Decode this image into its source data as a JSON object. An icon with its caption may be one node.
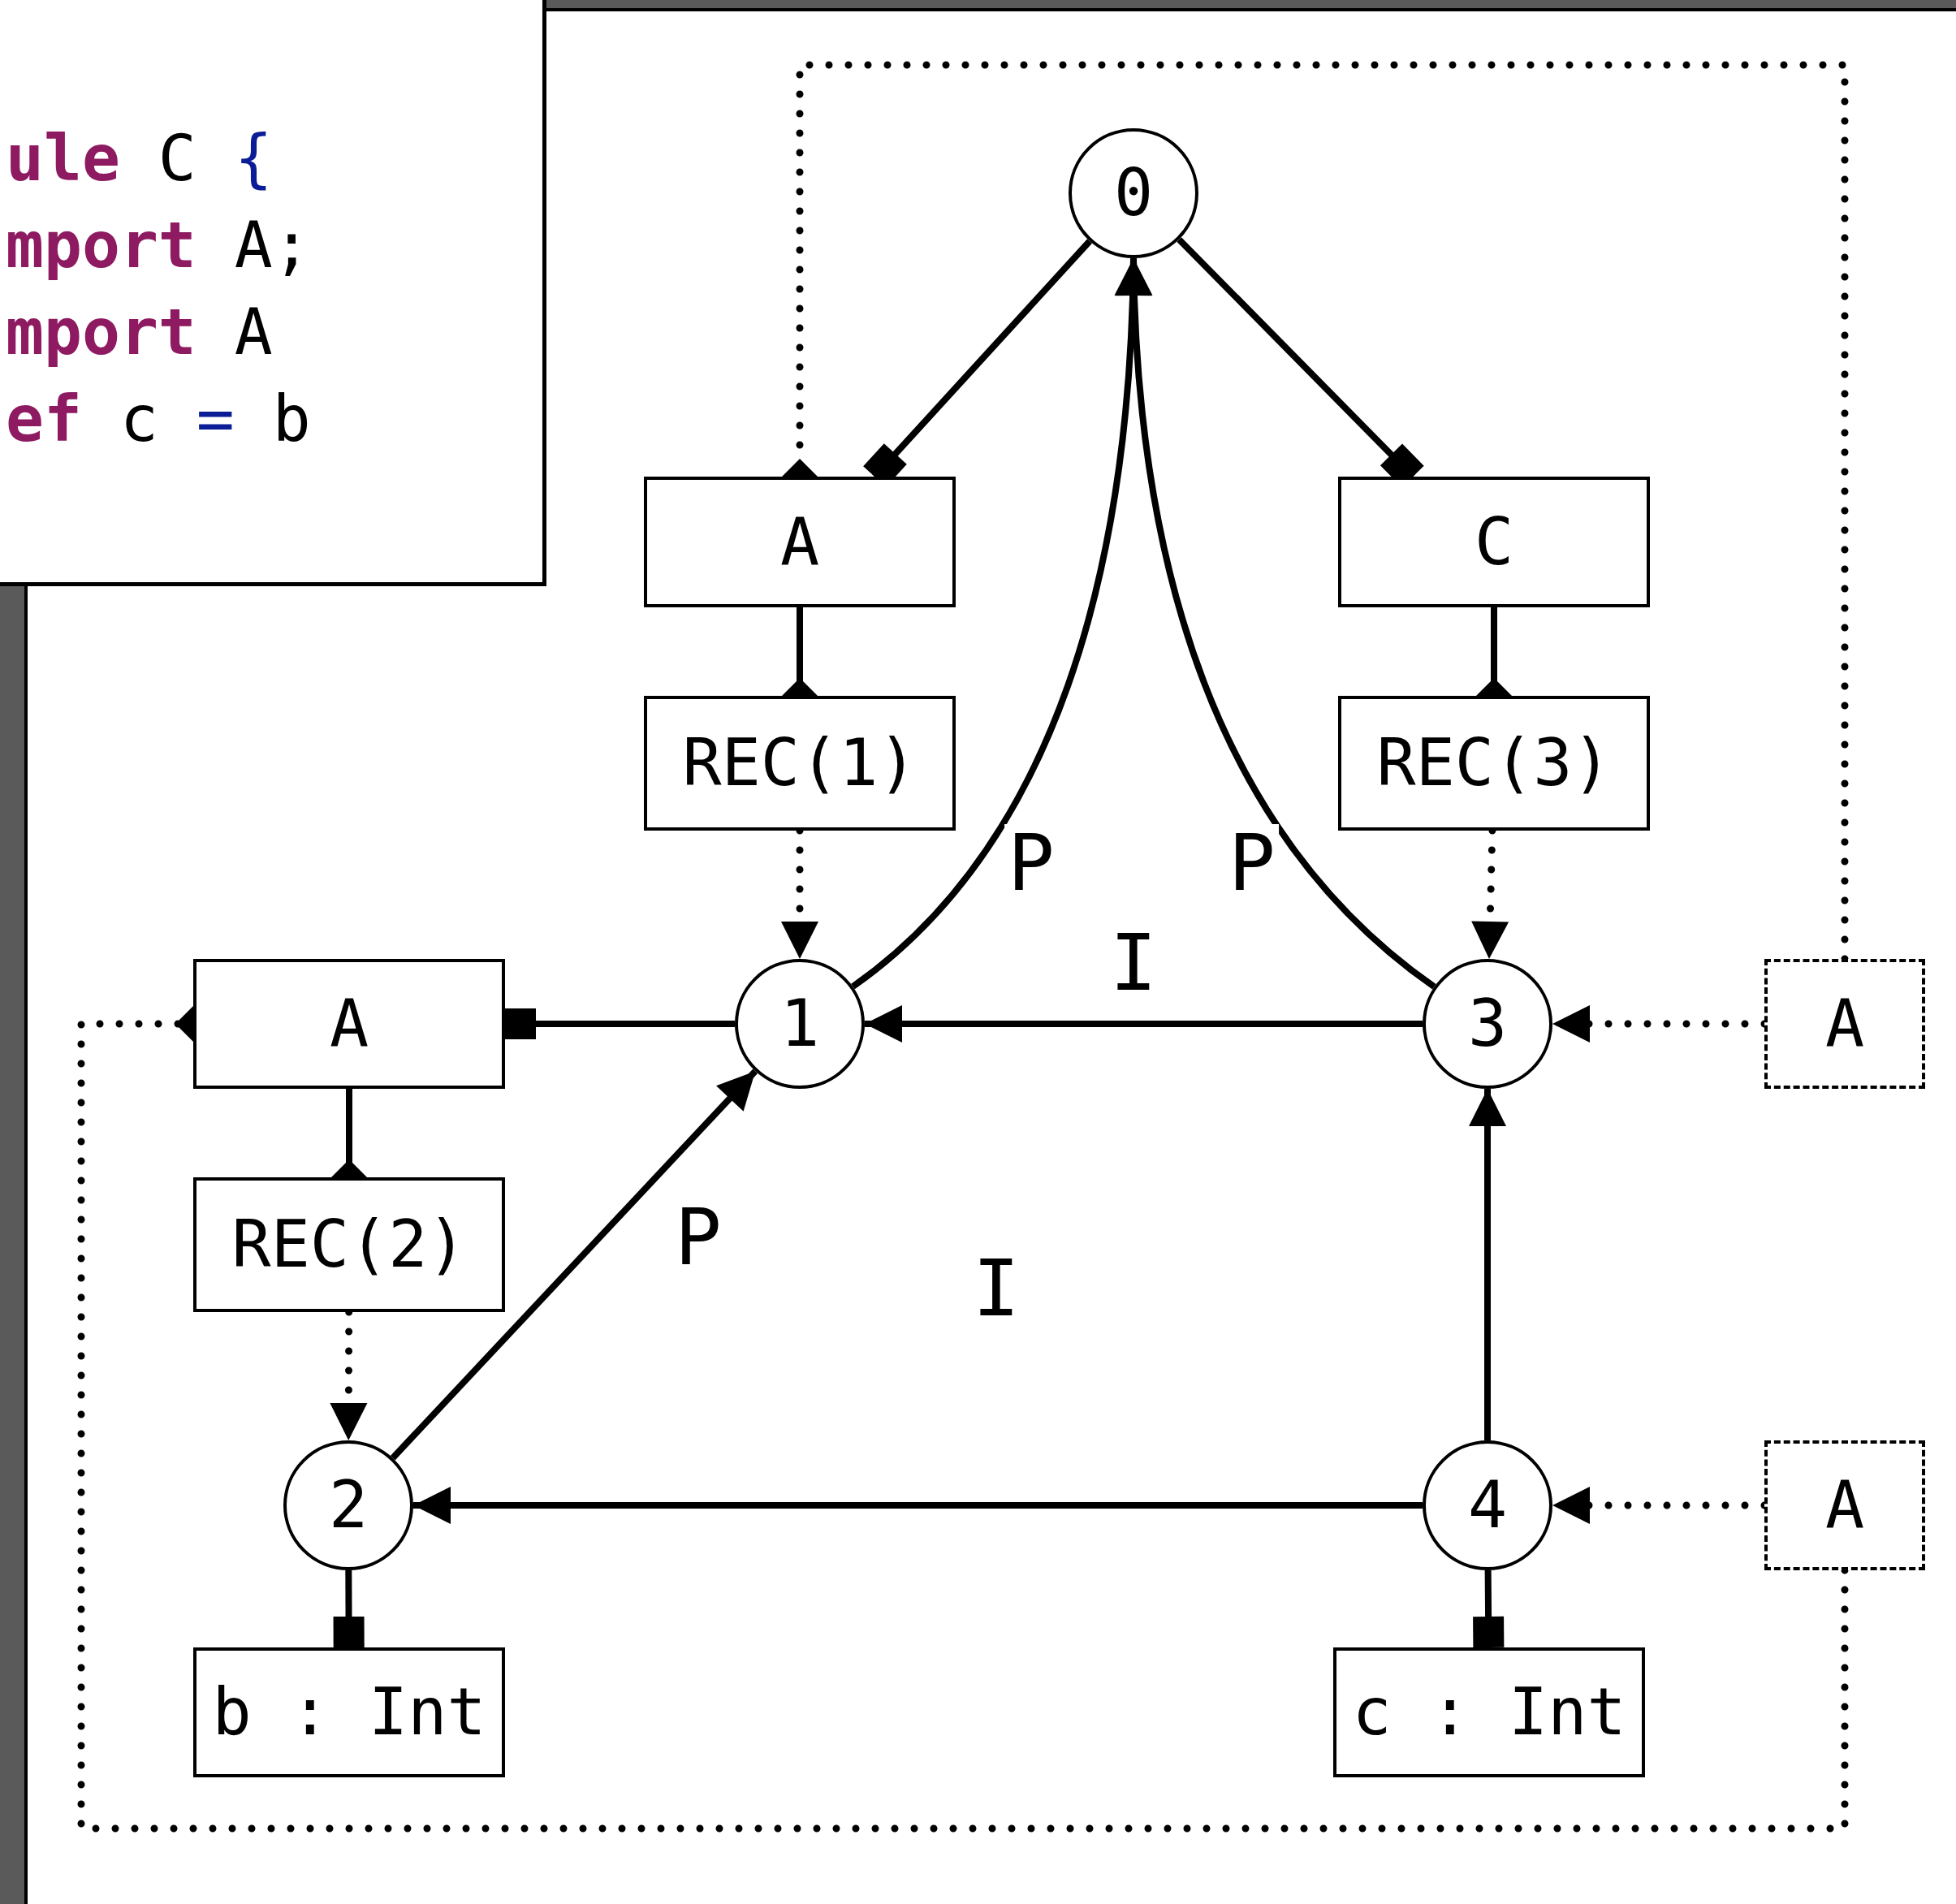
{
  "diagram": {
    "nodes": [
      {
        "text": [
          "ule C {",
          "mport A;",
          "mport A",
          "ef c = b"
        ]
      },
      {
        "text": [
          "0"
        ]
      },
      {
        "text": [
          "A"
        ]
      },
      {
        "text": [
          "C"
        ]
      },
      {
        "text": [
          "REC(1)"
        ]
      },
      {
        "text": [
          "REC(3)"
        ]
      },
      {
        "text": [
          "A"
        ]
      },
      {
        "text": [
          "1"
        ]
      },
      {
        "text": [
          "3"
        ]
      },
      {
        "text": [
          "A"
        ]
      },
      {
        "text": [
          "REC(2)"
        ]
      },
      {
        "text": [
          "2"
        ]
      },
      {
        "text": [
          "4"
        ]
      },
      {
        "text": [
          "A"
        ]
      },
      {
        "text": [
          "b : Int"
        ]
      },
      {
        "text": [
          "c : Int"
        ]
      }
    ],
    "edges": [
      {
        "from": 1,
        "to": 2,
        "arrow": "other"
      },
      {
        "from": 1,
        "to": 3,
        "arrow": "other"
      },
      {
        "from": 2,
        "to": 4,
        "arrow": "other"
      },
      {
        "from": 3,
        "to": 5,
        "arrow": "other"
      },
      {
        "from": 4,
        "to": 7,
        "arrow": "to",
        "style": "dashed"
      },
      {
        "from": 5,
        "to": 8,
        "arrow": "to",
        "style": "dashed"
      },
      {
        "from": 7,
        "to": 1,
        "arrow": "to",
        "label": "P"
      },
      {
        "from": 8,
        "to": 1,
        "arrow": "to",
        "label": "P"
      },
      {
        "from": 8,
        "to": 7,
        "arrow": "to",
        "label": "I"
      },
      {
        "from": 7,
        "to": 6,
        "arrow": "other"
      },
      {
        "from": 6,
        "to": 10,
        "arrow": "other"
      },
      {
        "from": 10,
        "to": 11,
        "arrow": "to",
        "style": "dashed"
      },
      {
        "from": 11,
        "to": 7,
        "arrow": "to",
        "label": "P"
      },
      {
        "from": 12,
        "to": 8,
        "arrow": "to"
      },
      {
        "from": 12,
        "to": 11,
        "arrow": "to"
      },
      {
        "from": 11,
        "to": 14,
        "arrow": "other"
      },
      {
        "from": 12,
        "to": 15,
        "arrow": "other"
      },
      {
        "from": 9,
        "to": 8,
        "arrow": "to",
        "style": "dashed"
      },
      {
        "from": 13,
        "to": 12,
        "arrow": "to",
        "style": "dashed"
      },
      {
        "from": 9,
        "to": 2,
        "arrow": "other",
        "style": "dashed"
      },
      {
        "from": 13,
        "to": 6,
        "arrow": "other",
        "style": "dashed"
      }
    ],
    "labels": [
      "I"
    ]
  }
}
